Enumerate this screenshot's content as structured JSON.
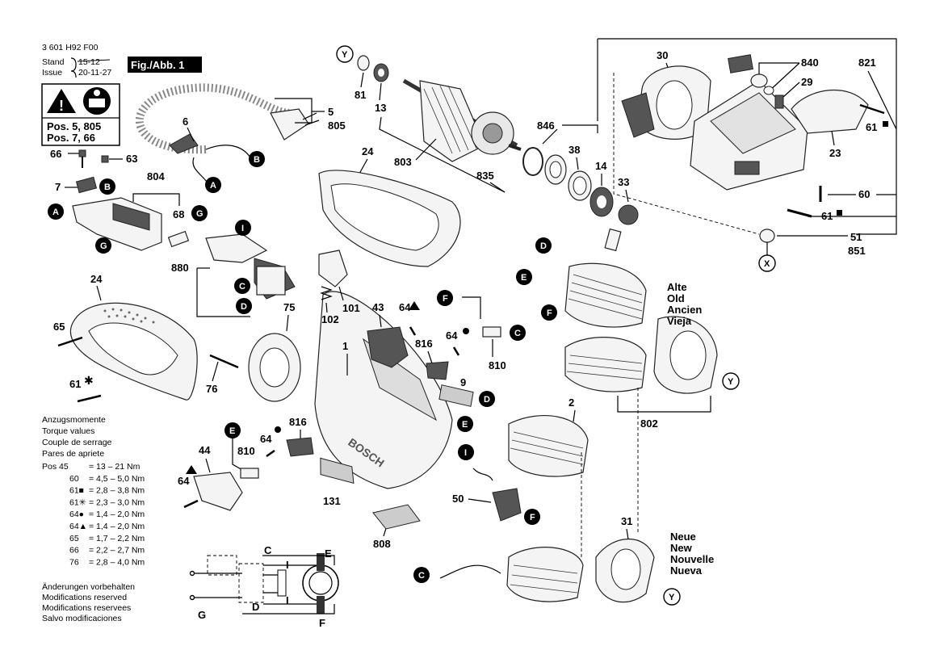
{
  "header": {
    "doc_number": "3 601 H92 F00",
    "stand_label": "Stand",
    "issue_label": "Issue",
    "stand_date_struck": "15-12",
    "issue_date": "20-11-27",
    "fig_label": "Fig./Abb. 1"
  },
  "safety_box": {
    "line1": "Pos. 5, 805",
    "line2": "Pos. 7, 66"
  },
  "torque": {
    "heading_de": "Anzugsmomente",
    "heading_en": "Torque values",
    "heading_fr": "Couple de serrage",
    "heading_es": "Pares de apriete",
    "rows": [
      {
        "pos": "Pos  45",
        "value": "=  13  – 21 Nm"
      },
      {
        "pos": "60",
        "value": "=  4,5 – 5,0 Nm"
      },
      {
        "pos": "61■",
        "value": "=  2,8 – 3,8 Nm"
      },
      {
        "pos": "61✳",
        "value": "=  2,3 – 3,0 Nm"
      },
      {
        "pos": "64●",
        "value": "=  1,4 – 2,0 Nm"
      },
      {
        "pos": "64▲",
        "value": "=  1,4 – 2,0 Nm"
      },
      {
        "pos": "65",
        "value": "=  1,7 – 2,2 Nm"
      },
      {
        "pos": "66",
        "value": "=  2,2 – 2,7 Nm"
      },
      {
        "pos": "76",
        "value": "=  2,8 – 4,0 Nm"
      }
    ]
  },
  "changes_note": [
    "Änderungen vorbehalten",
    "Modifications reserved",
    "Modifications reservees",
    "Salvo modificaciones"
  ],
  "field_old": [
    "Alte",
    "Old",
    "Ancien",
    "Vieja"
  ],
  "field_new": [
    "Neue",
    "New",
    "Nouvelle",
    "Nueva"
  ],
  "brand_text": "BOSCH",
  "wiring": {
    "labels": [
      "C",
      "D",
      "E",
      "F",
      "G",
      "I",
      "I"
    ]
  },
  "callouts": {
    "y": "Y",
    "x": "X",
    "a": "A",
    "b": "B",
    "c": "C",
    "d": "D",
    "e": "E",
    "f": "F",
    "g": "G",
    "i": "I"
  },
  "part_numbers": {
    "p81": "81",
    "p13": "13",
    "p803": "803",
    "p835": "835",
    "p846": "846",
    "p38": "38",
    "p14": "14",
    "p33": "33",
    "p30": "30",
    "p840": "840",
    "p821": "821",
    "p29": "29",
    "p23": "23",
    "p61a": "61",
    "p60": "60",
    "p61b": "61",
    "p51": "51",
    "p851": "851",
    "p5": "5",
    "p805": "805",
    "p6": "6",
    "p66": "66",
    "p63": "63",
    "p804": "804",
    "p7": "7",
    "p68": "68",
    "p880": "880",
    "p24a": "24",
    "p24b": "24",
    "p65": "65",
    "p61c": "61",
    "p75": "75",
    "p76": "76",
    "p102": "102",
    "p101": "101",
    "p43": "43",
    "p64a": "64",
    "p64b": "64",
    "p816a": "816",
    "p810a": "810",
    "p1": "1",
    "p9": "9",
    "p44": "44",
    "p64c": "64",
    "p810b": "810",
    "p64d": "64",
    "p816b": "816",
    "p131": "131",
    "p808": "808",
    "p50": "50",
    "p2": "2",
    "p802": "802",
    "p31": "31"
  }
}
